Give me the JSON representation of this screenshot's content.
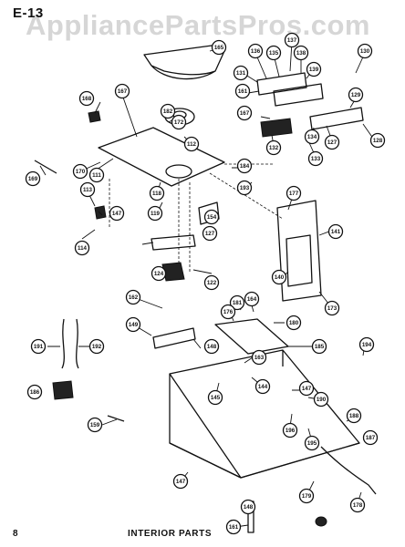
{
  "header": {
    "page_code": "E-13",
    "watermark": "AppliancePartsPros.com"
  },
  "footer": {
    "page_number": "8",
    "section_title": "INTERIOR PARTS"
  },
  "callouts": [
    {
      "id": "c165",
      "label": "165"
    },
    {
      "id": "c168",
      "label": "168"
    },
    {
      "id": "c167",
      "label": "167"
    },
    {
      "id": "c182",
      "label": "182"
    },
    {
      "id": "c172",
      "label": "172"
    },
    {
      "id": "c112",
      "label": "112"
    },
    {
      "id": "c169",
      "label": "169"
    },
    {
      "id": "c170",
      "label": "170"
    },
    {
      "id": "c111",
      "label": "111"
    },
    {
      "id": "c113",
      "label": "113"
    },
    {
      "id": "c147a",
      "label": "147"
    },
    {
      "id": "c114",
      "label": "114"
    },
    {
      "id": "c118",
      "label": "118"
    },
    {
      "id": "c119",
      "label": "119"
    },
    {
      "id": "c184",
      "label": "184"
    },
    {
      "id": "c127a",
      "label": "127"
    },
    {
      "id": "c124",
      "label": "124"
    },
    {
      "id": "c122",
      "label": "122"
    },
    {
      "id": "c154",
      "label": "154"
    },
    {
      "id": "c193a",
      "label": "193"
    },
    {
      "id": "c177",
      "label": "177"
    },
    {
      "id": "c136",
      "label": "136"
    },
    {
      "id": "c135",
      "label": "135"
    },
    {
      "id": "c137",
      "label": "137"
    },
    {
      "id": "c131",
      "label": "131"
    },
    {
      "id": "c139",
      "label": "139"
    },
    {
      "id": "c138",
      "label": "138"
    },
    {
      "id": "c130",
      "label": "130"
    },
    {
      "id": "c161a",
      "label": "161"
    },
    {
      "id": "c129",
      "label": "129"
    },
    {
      "id": "c167b",
      "label": "167"
    },
    {
      "id": "c132",
      "label": "132"
    },
    {
      "id": "c134",
      "label": "134"
    },
    {
      "id": "c127b",
      "label": "127"
    },
    {
      "id": "c128",
      "label": "128"
    },
    {
      "id": "c133",
      "label": "133"
    },
    {
      "id": "c141",
      "label": "141"
    },
    {
      "id": "c140",
      "label": "140"
    },
    {
      "id": "c173",
      "label": "173"
    },
    {
      "id": "c162",
      "label": "162"
    },
    {
      "id": "c181",
      "label": "181"
    },
    {
      "id": "c164",
      "label": "164"
    },
    {
      "id": "c176",
      "label": "176"
    },
    {
      "id": "c180",
      "label": "180"
    },
    {
      "id": "c149",
      "label": "149"
    },
    {
      "id": "c148",
      "label": "148"
    },
    {
      "id": "c163",
      "label": "163"
    },
    {
      "id": "c185",
      "label": "185"
    },
    {
      "id": "c194",
      "label": "194"
    },
    {
      "id": "c191",
      "label": "191"
    },
    {
      "id": "c192",
      "label": "192"
    },
    {
      "id": "c145",
      "label": "145"
    },
    {
      "id": "c144",
      "label": "144"
    },
    {
      "id": "c147b",
      "label": "147"
    },
    {
      "id": "c190",
      "label": "190"
    },
    {
      "id": "c196",
      "label": "196"
    },
    {
      "id": "c159",
      "label": "159"
    },
    {
      "id": "c186",
      "label": "186"
    },
    {
      "id": "c195",
      "label": "195"
    },
    {
      "id": "c188",
      "label": "188"
    },
    {
      "id": "c187",
      "label": "187"
    },
    {
      "id": "c147c",
      "label": "147"
    },
    {
      "id": "c179",
      "label": "179"
    },
    {
      "id": "c178",
      "label": "178"
    },
    {
      "id": "c148b",
      "label": "148"
    },
    {
      "id": "c161b",
      "label": "161"
    }
  ]
}
